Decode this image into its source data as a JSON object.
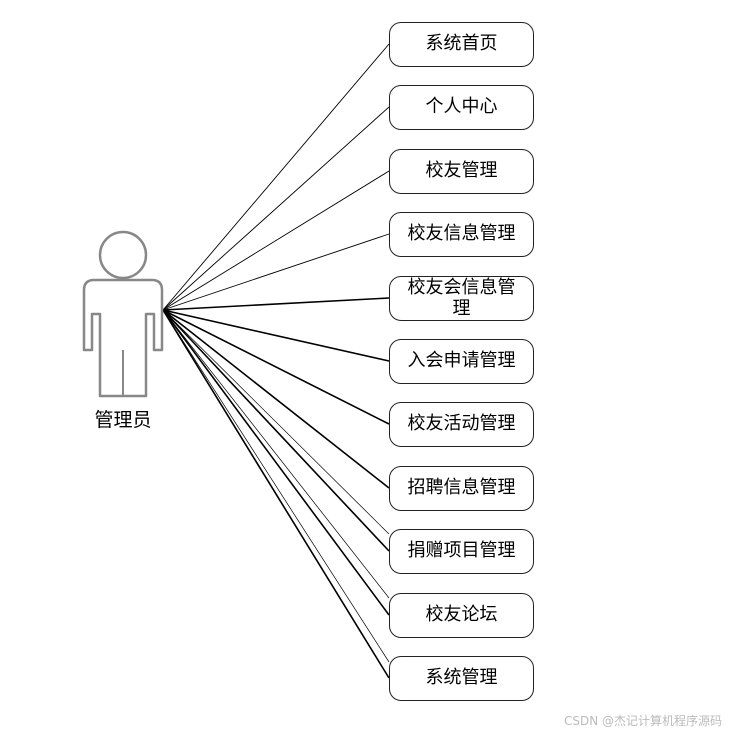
{
  "actor": {
    "label": "管理员",
    "icon": "person-actor-icon"
  },
  "use_cases": [
    {
      "label": "系统首页"
    },
    {
      "label": "个人中心"
    },
    {
      "label": "校友管理"
    },
    {
      "label": "校友信息管理"
    },
    {
      "label": "校友会信息管理"
    },
    {
      "label": "入会申请管理"
    },
    {
      "label": "校友活动管理"
    },
    {
      "label": "招聘信息管理"
    },
    {
      "label": "捐赠项目管理"
    },
    {
      "label": "校友论坛"
    },
    {
      "label": "系统管理"
    }
  ],
  "watermark": "CSDN @杰记计算机程序源码",
  "colors": {
    "line": "#000000",
    "actor_stroke": "#888888",
    "border": "#222222"
  }
}
